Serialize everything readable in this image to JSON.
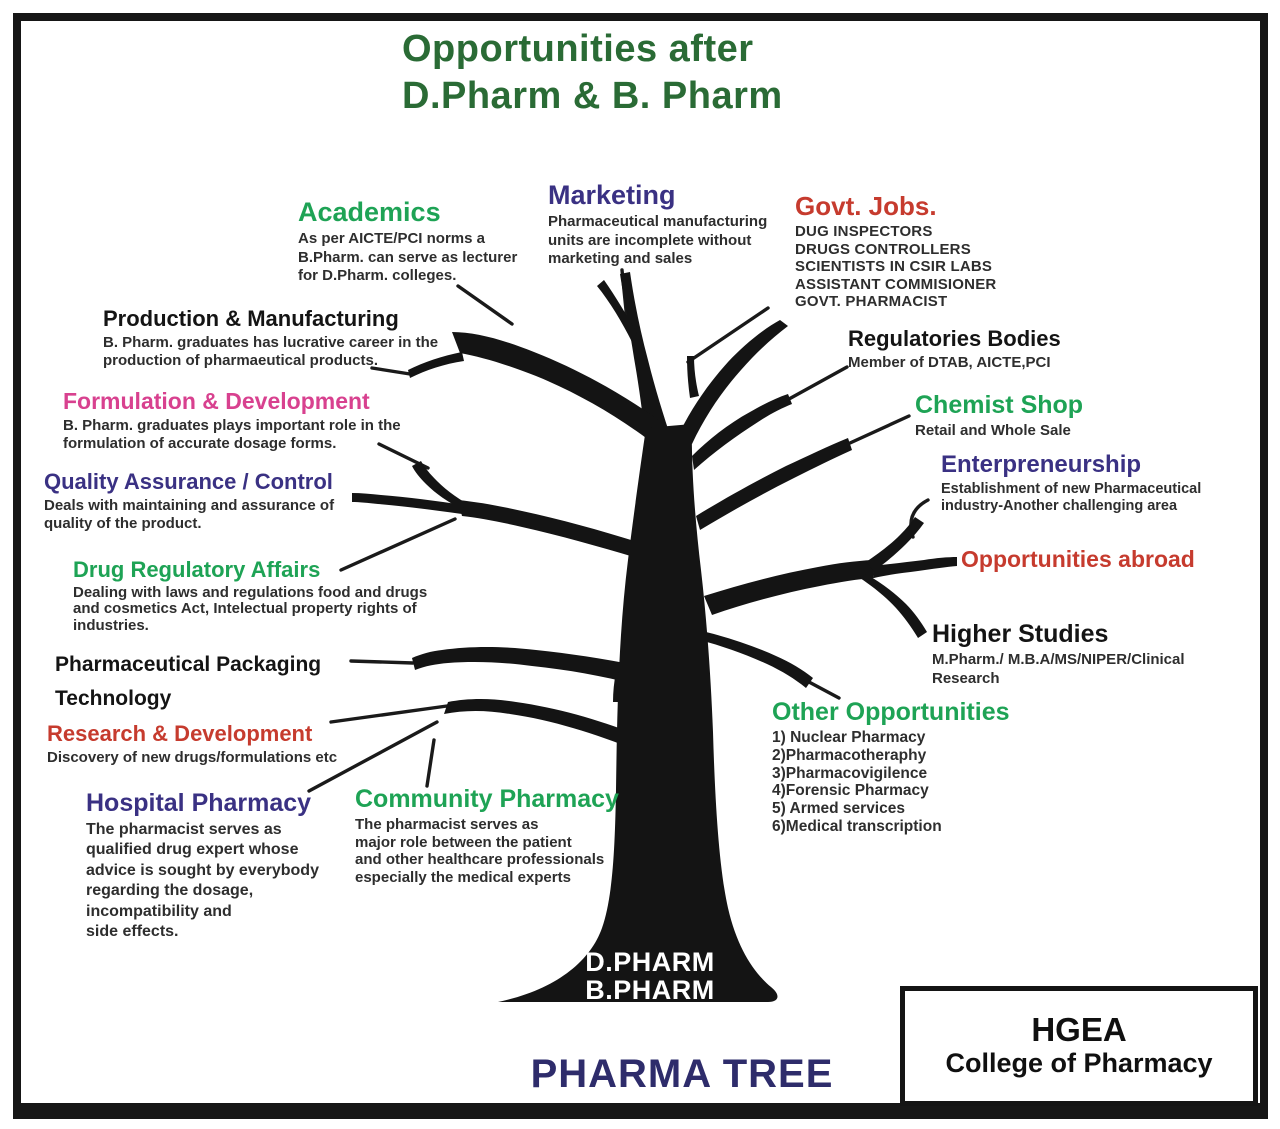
{
  "palette": {
    "title_green": "#2a6b35",
    "heading_green": "#1ea355",
    "heading_purple": "#3a3183",
    "heading_red": "#c63b2e",
    "heading_magenta": "#d8418f",
    "heading_black": "#141414",
    "footer_navy": "#2e2c6b",
    "tree_black": "#141414",
    "trunk_text_white": "#ffffff"
  },
  "title": "Opportunities after\nD.Pharm & B. Pharm",
  "branches": [
    {
      "id": "academics",
      "heading": "Academics",
      "color": "heading_green",
      "body": "As per AICTE/PCI norms a\n B.Pharm. can serve as lecturer\nfor D.Pharm. colleges."
    },
    {
      "id": "marketing",
      "heading": "Marketing",
      "color": "heading_purple",
      "body": "Pharmaceutical manufacturing\nunits are incomplete without\n marketing and sales"
    },
    {
      "id": "govt_jobs",
      "heading": "Govt. Jobs.",
      "color": "heading_red",
      "body": "DUG INSPECTORS\nDRUGS CONTROLLERS\nSCIENTISTS IN CSIR LABS\nASSISTANT COMMISIONER\nGOVT. PHARMACIST"
    },
    {
      "id": "production_manufacturing",
      "heading": "Production & Manufacturing",
      "color": "heading_black",
      "body": "B. Pharm. graduates has lucrative career in the\nproduction of pharmaeutical products."
    },
    {
      "id": "formulation_development",
      "heading": "Formulation & Development",
      "color": "heading_magenta",
      "body": "B. Pharm. graduates plays important role in the\nformulation of accurate dosage forms."
    },
    {
      "id": "quality_assurance",
      "heading": "Quality Assurance / Control",
      "color": "heading_purple",
      "body": "Deals with maintaining and assurance of\nquality of the product."
    },
    {
      "id": "drug_regulatory_affairs",
      "heading": "Drug Regulatory Affairs",
      "color": "heading_green",
      "body": "Dealing with  laws and regulations food and drugs\nand cosmetics Act, Intelectual  property rights of\nindustries."
    },
    {
      "id": "packaging_technology",
      "heading": "Pharmaceutical Packaging\nTechnology",
      "color": "heading_black",
      "body": ""
    },
    {
      "id": "research_development",
      "heading": "Research & Development",
      "color": "heading_red",
      "body": "Discovery of new drugs/formulations etc"
    },
    {
      "id": "hospital_pharmacy",
      "heading": "Hospital Pharmacy",
      "color": "heading_purple",
      "body": "The pharmacist serves  as\nqualified drug expert whose\nadvice is sought by everybody\nregarding the dosage,\n incompatibility and\n side effects."
    },
    {
      "id": "community_pharmacy",
      "heading": "Community Pharmacy",
      "color": "heading_green",
      "body": "The pharmacist serves  as\nmajor role between the patient\nand other healthcare professionals\nespecially the medical experts"
    },
    {
      "id": "regulatories_bodies",
      "heading": "Regulatories Bodies",
      "color": "heading_black",
      "body": "Member of DTAB, AICTE,PCI"
    },
    {
      "id": "chemist_shop",
      "heading": "Chemist Shop",
      "color": "heading_green",
      "body": "Retail and Whole Sale"
    },
    {
      "id": "entrepreneurship",
      "heading": "Enterpreneurship",
      "color": "heading_purple",
      "body": "Establishment of new Pharmaceutical\nindustry-Another challenging area"
    },
    {
      "id": "opportunities_abroad",
      "heading": "Opportunities abroad",
      "color": "heading_red",
      "body": ""
    },
    {
      "id": "higher_studies",
      "heading": "Higher Studies",
      "color": "heading_black",
      "body": "M.Pharm./ M.B.A/MS/NIPER/Clinical\nResearch"
    },
    {
      "id": "other_opportunities",
      "heading": "Other Opportunities",
      "color": "heading_green",
      "body": "1) Nuclear Pharmacy\n2)Pharmacotheraphy\n3)Pharmacovigilence\n4)Forensic Pharmacy\n5) Armed services\n6)Medical transcription"
    }
  ],
  "trunk": {
    "label": "D.PHARM\nB.PHARM"
  },
  "footer": {
    "diagram_title": "PHARMA TREE"
  },
  "college": {
    "name": "HGEA",
    "subtitle": "College of Pharmacy"
  }
}
